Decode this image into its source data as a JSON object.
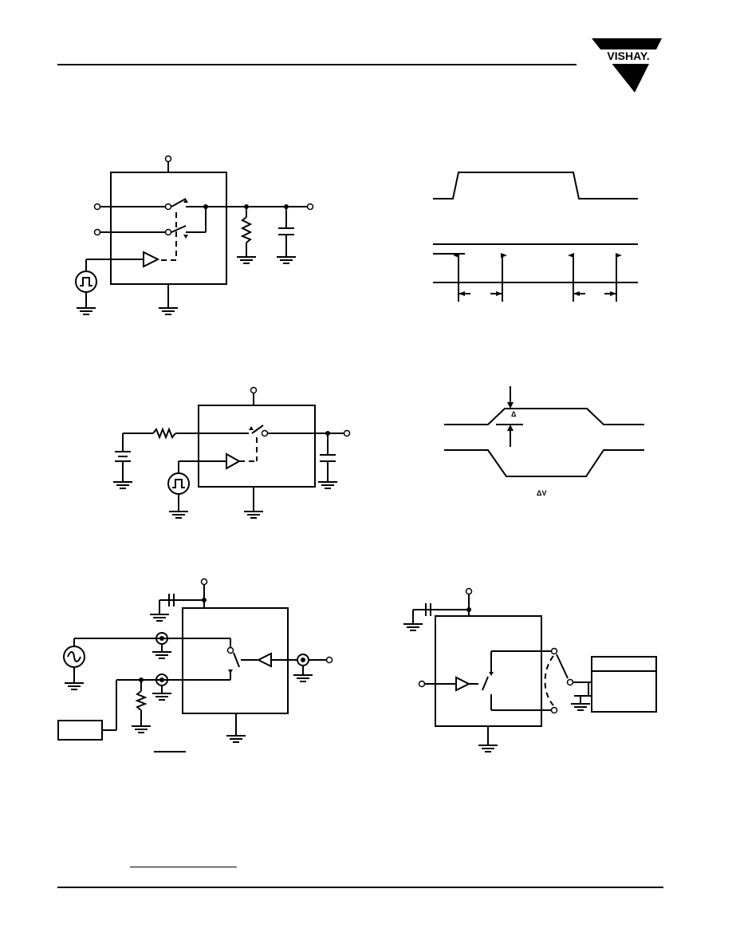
{
  "header": {
    "brand": "VISHAY."
  },
  "figures": {
    "delta_label": "Δ",
    "delta_v_label": "ΔV"
  }
}
